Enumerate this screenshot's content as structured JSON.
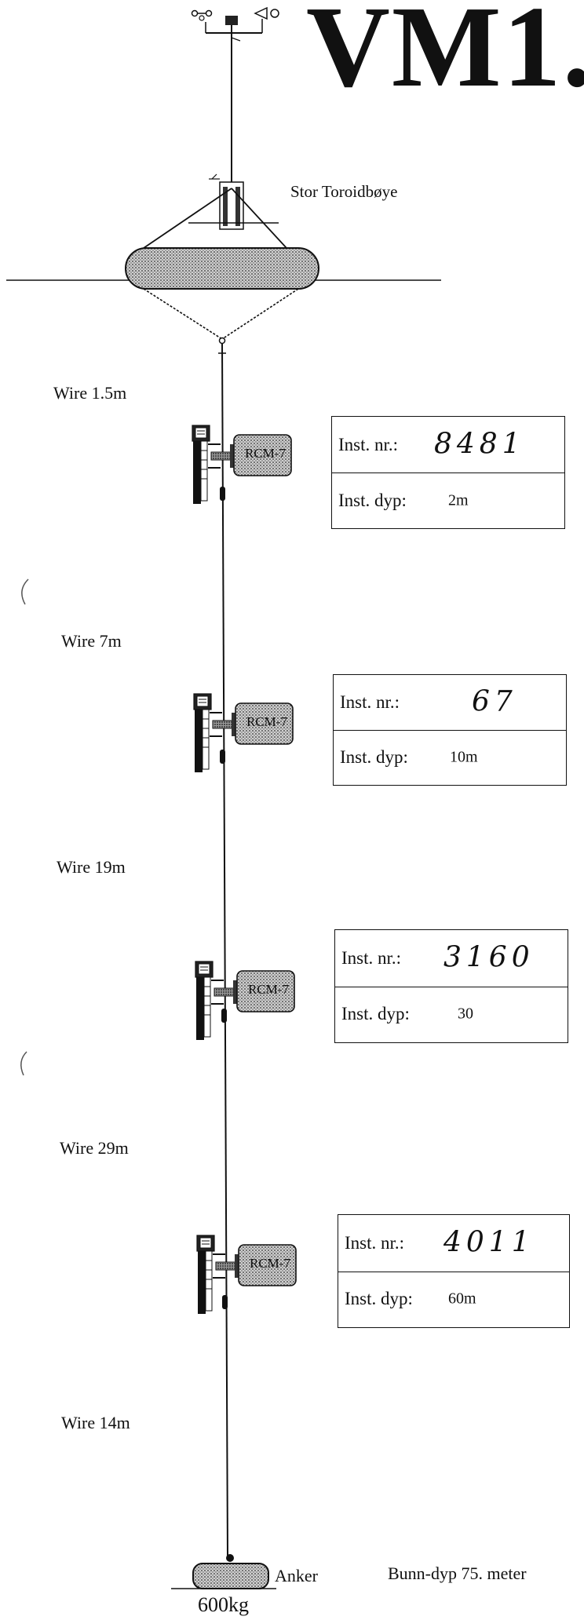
{
  "title": "VM1.",
  "buoy_label": "Stor Toroidbøye",
  "wires": [
    "Wire  1.5m",
    "Wire 7m",
    "Wire 19m",
    "Wire 29m",
    "Wire 14m"
  ],
  "instruments": [
    {
      "type": "RCM-7",
      "nr_label": "Inst. nr.:",
      "nr": "8481",
      "dyp_label": "Inst. dyp:",
      "dyp": "2m"
    },
    {
      "type": "RCM-7",
      "nr_label": "Inst. nr.:",
      "nr": "67",
      "dyp_label": "Inst. dyp:",
      "dyp": "10m"
    },
    {
      "type": "RCM-7",
      "nr_label": "Inst. nr.:",
      "nr": "3160",
      "dyp_label": "Inst. dyp:",
      "dyp": "30"
    },
    {
      "type": "RCM-7",
      "nr_label": "Inst. nr.:",
      "nr": "4011",
      "dyp_label": "Inst. dyp:",
      "dyp": "60m"
    }
  ],
  "anchor_label": "Anker",
  "bottom_depth": "Bunn-dyp  75. meter",
  "anchor_weight": "600kg"
}
